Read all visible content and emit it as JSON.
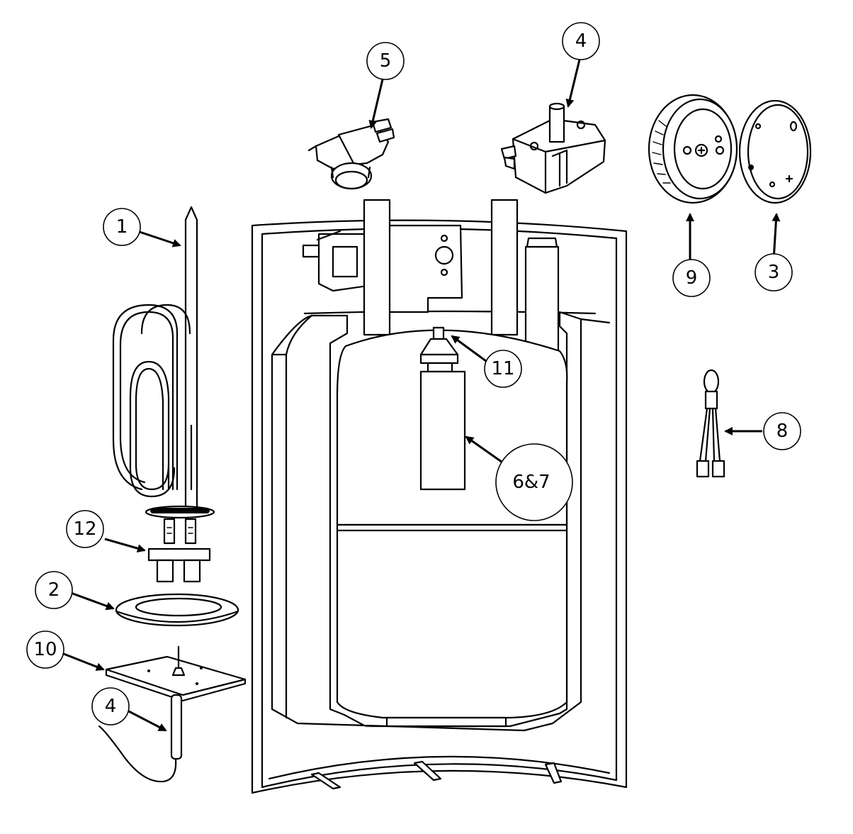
{
  "callouts": [
    {
      "id": "c1",
      "label": "1"
    },
    {
      "id": "c2",
      "label": "2"
    },
    {
      "id": "c3",
      "label": "3"
    },
    {
      "id": "c4a",
      "label": "4"
    },
    {
      "id": "c4b",
      "label": "4"
    },
    {
      "id": "c5",
      "label": "5"
    },
    {
      "id": "c67",
      "label": "6&7"
    },
    {
      "id": "c8",
      "label": "8"
    },
    {
      "id": "c9",
      "label": "9"
    },
    {
      "id": "c10",
      "label": "10"
    },
    {
      "id": "c11",
      "label": "11"
    },
    {
      "id": "c12",
      "label": "12"
    }
  ]
}
